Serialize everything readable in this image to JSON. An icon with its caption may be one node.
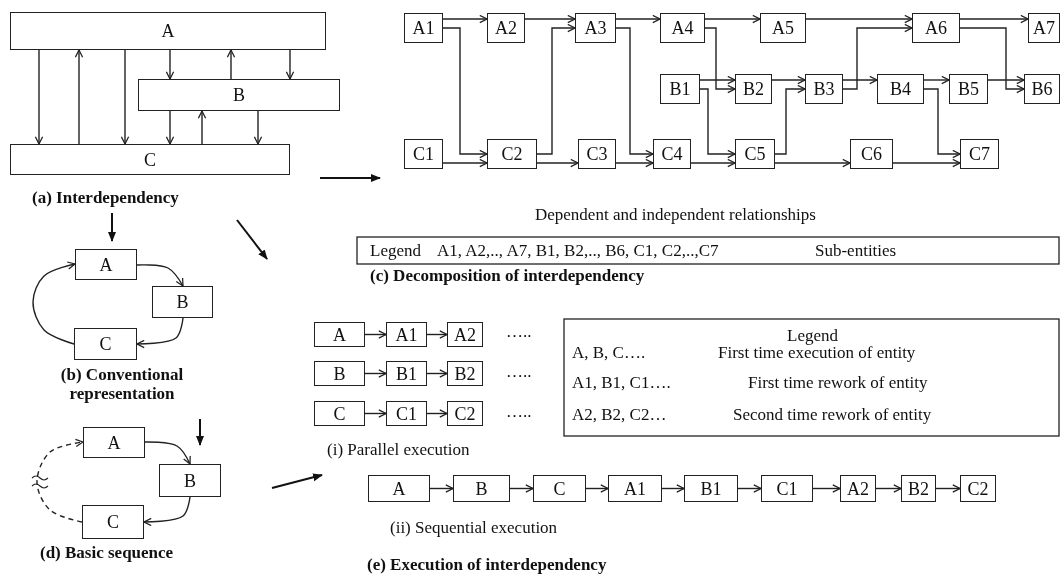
{
  "diagram": {
    "nodes": [
      {
        "text": [
          "A"
        ]
      },
      {
        "text": [
          "B"
        ]
      },
      {
        "text": [
          "C"
        ]
      },
      {
        "text": [
          "A1"
        ]
      },
      {
        "text": [
          "A2"
        ]
      },
      {
        "text": [
          "A3"
        ]
      },
      {
        "text": [
          "A4"
        ]
      },
      {
        "text": [
          "A5"
        ]
      },
      {
        "text": [
          "A6"
        ]
      },
      {
        "text": [
          "A7"
        ]
      },
      {
        "text": [
          "B1"
        ]
      },
      {
        "text": [
          "B2"
        ]
      },
      {
        "text": [
          "B3"
        ]
      },
      {
        "text": [
          "B4"
        ]
      },
      {
        "text": [
          "B5"
        ]
      },
      {
        "text": [
          "B6"
        ]
      },
      {
        "text": [
          "C1"
        ]
      },
      {
        "text": [
          "C2"
        ]
      },
      {
        "text": [
          "C3"
        ]
      },
      {
        "text": [
          "C4"
        ]
      },
      {
        "text": [
          "C5"
        ]
      },
      {
        "text": [
          "C6"
        ]
      },
      {
        "text": [
          "C7"
        ]
      },
      {
        "text": [
          "A"
        ]
      },
      {
        "text": [
          "B"
        ]
      },
      {
        "text": [
          "C"
        ]
      },
      {
        "text": [
          "A"
        ]
      },
      {
        "text": [
          "B"
        ]
      },
      {
        "text": [
          "C"
        ]
      },
      {
        "text": [
          "A"
        ]
      },
      {
        "text": [
          "A1"
        ]
      },
      {
        "text": [
          "A2"
        ]
      },
      {
        "text": [
          "B"
        ]
      },
      {
        "text": [
          "B1"
        ]
      },
      {
        "text": [
          "B2"
        ]
      },
      {
        "text": [
          "C"
        ]
      },
      {
        "text": [
          "C1"
        ]
      },
      {
        "text": [
          "C2"
        ]
      },
      {
        "text": [
          "A"
        ]
      },
      {
        "text": [
          "B"
        ]
      },
      {
        "text": [
          "C"
        ]
      },
      {
        "text": [
          "A1"
        ]
      },
      {
        "text": [
          "B1"
        ]
      },
      {
        "text": [
          "C1"
        ]
      },
      {
        "text": [
          "A2"
        ]
      },
      {
        "text": [
          "B2"
        ]
      },
      {
        "text": [
          "C2"
        ]
      }
    ],
    "edges": [
      {
        "from": 0,
        "to": 2,
        "arrow": "to"
      },
      {
        "from": 2,
        "to": 0,
        "arrow": "to"
      },
      {
        "from": 0,
        "to": 2,
        "arrow": "to"
      },
      {
        "from": 0,
        "to": 1,
        "arrow": "to"
      },
      {
        "from": 1,
        "to": 0,
        "arrow": "to"
      },
      {
        "from": 0,
        "to": 1,
        "arrow": "to"
      },
      {
        "from": 1,
        "to": 2,
        "arrow": "to"
      },
      {
        "from": 2,
        "to": 1,
        "arrow": "to"
      },
      {
        "from": 1,
        "to": 2,
        "arrow": "to"
      },
      {
        "from": 3,
        "to": 4,
        "arrow": "to"
      },
      {
        "from": 3,
        "to": 17,
        "arrow": "to"
      },
      {
        "from": 16,
        "to": 17,
        "arrow": "to"
      },
      {
        "from": 4,
        "to": 5,
        "arrow": "to"
      },
      {
        "from": 17,
        "to": 5,
        "arrow": "to"
      },
      {
        "from": 17,
        "to": 18,
        "arrow": "to"
      },
      {
        "from": 5,
        "to": 6,
        "arrow": "to"
      },
      {
        "from": 5,
        "to": 19,
        "arrow": "to"
      },
      {
        "from": 18,
        "to": 19,
        "arrow": "to"
      },
      {
        "from": 6,
        "to": 7,
        "arrow": "to"
      },
      {
        "from": 6,
        "to": 11,
        "arrow": "to"
      },
      {
        "from": 10,
        "to": 11,
        "arrow": "to"
      },
      {
        "from": 10,
        "to": 20,
        "arrow": "to"
      },
      {
        "from": 19,
        "to": 20,
        "arrow": "to"
      },
      {
        "from": 7,
        "to": 8,
        "arrow": "to"
      },
      {
        "from": 11,
        "to": 12,
        "arrow": "to"
      },
      {
        "from": 20,
        "to": 12,
        "arrow": "to"
      },
      {
        "from": 20,
        "to": 21,
        "arrow": "to"
      },
      {
        "from": 12,
        "to": 13,
        "arrow": "to"
      },
      {
        "from": 12,
        "to": 8,
        "arrow": "to"
      },
      {
        "from": 8,
        "to": 9,
        "arrow": "to"
      },
      {
        "from": 8,
        "to": 15,
        "arrow": "to"
      },
      {
        "from": 13,
        "to": 14,
        "arrow": "to"
      },
      {
        "from": 13,
        "to": 22,
        "arrow": "to"
      },
      {
        "from": 14,
        "to": 15,
        "arrow": "to"
      },
      {
        "from": 21,
        "to": 22,
        "arrow": "to"
      },
      {
        "from": 23,
        "to": 24,
        "arrow": "to"
      },
      {
        "from": 24,
        "to": 25,
        "arrow": "to"
      },
      {
        "from": 25,
        "to": 23,
        "arrow": "to"
      },
      {
        "from": 26,
        "to": 27,
        "arrow": "to"
      },
      {
        "from": 27,
        "to": 28,
        "arrow": "to"
      },
      {
        "from": 28,
        "to": 26,
        "arrow": "to",
        "style": "dashed"
      },
      {
        "from": 29,
        "to": 30,
        "arrow": "to"
      },
      {
        "from": 30,
        "to": 31,
        "arrow": "to"
      },
      {
        "from": 32,
        "to": 33,
        "arrow": "to"
      },
      {
        "from": 33,
        "to": 34,
        "arrow": "to"
      },
      {
        "from": 35,
        "to": 36,
        "arrow": "to"
      },
      {
        "from": 36,
        "to": 37,
        "arrow": "to"
      },
      {
        "from": 38,
        "to": 39,
        "arrow": "to"
      },
      {
        "from": 39,
        "to": 40,
        "arrow": "to"
      },
      {
        "from": 40,
        "to": 41,
        "arrow": "to"
      },
      {
        "from": 41,
        "to": 42,
        "arrow": "to"
      },
      {
        "from": 42,
        "to": 43,
        "arrow": "to"
      },
      {
        "from": 43,
        "to": 44,
        "arrow": "to"
      },
      {
        "from": 44,
        "to": 45,
        "arrow": "to"
      },
      {
        "from": 45,
        "to": 46,
        "arrow": "to"
      }
    ],
    "labels": [
      "(a) Interdependency",
      "Dependent and independent relationships",
      "Legend",
      "A1, A2,.., A7, B1, B2,.., B6, C1, C2,..,C7",
      "Sub-entities",
      "(c) Decomposition of interdependency",
      "(b) Conventional representation",
      "…..",
      "…..",
      "…..",
      "Legend",
      "A, B, C….",
      "First time execution of entity",
      "A1, B1, C1….",
      "First time rework of entity",
      "A2, B2, C2…",
      "Second time rework of entity",
      "(i) Parallel execution",
      "(ii) Sequential execution",
      "(d) Basic sequence",
      "(e) Execution of interdependency"
    ]
  }
}
